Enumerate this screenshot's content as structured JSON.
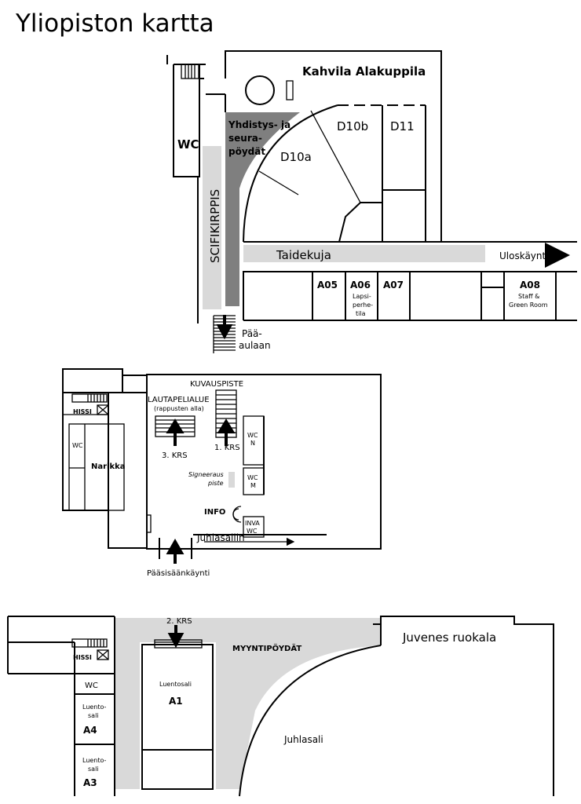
{
  "title": "Yliopiston kartta",
  "floor3": {
    "cafe": "Kahvila Alakuppila",
    "wc": "WC",
    "club_tables": [
      "Yhdistys- ja",
      "seura-",
      "pöydät"
    ],
    "rooms": {
      "d10a": "D10a",
      "d10b": "D10b",
      "d11": "D11"
    },
    "corridor_left": "SCIFIKIRPPIS",
    "corridor_main": "Taidekuja",
    "exit": "Uloskäynti",
    "lobby": [
      "Pää-",
      "aulaan"
    ],
    "a05": "A05",
    "a06": "A06",
    "a06_sub": [
      "Lapsi-",
      "perhe-",
      "tila"
    ],
    "a07": "A07",
    "a08": "A08",
    "a08_sub": [
      "Staff &",
      "Green Room"
    ]
  },
  "floor1": {
    "photo_point": "KUVAUSPISTE",
    "board_games": "LAUTAPELIALUE",
    "board_games_sub": "(rappusten alla)",
    "elevator": "HISSI",
    "wc_small": "WC",
    "cloakroom": "Narikka",
    "stairs_3": "3. KRS",
    "stairs_1": "1. KRS",
    "wc_n": [
      "WC",
      "N"
    ],
    "wc_m": [
      "WC",
      "M"
    ],
    "signing": [
      "Signeeraus",
      "piste"
    ],
    "info": "INFO",
    "inva_wc": [
      "INVA",
      "WC"
    ],
    "festival_hall_dir": "Juhlasaliin",
    "main_entrance": "Pääsisäänkäynti"
  },
  "floor2": {
    "stairs_2": "2. KRS",
    "sales_tables": "MYYNTIPÖYDÄT",
    "restaurant": "Juvenes ruokala",
    "elevator": "HISSI",
    "wc": "WC",
    "lecture_a1_label": "Luentosali",
    "lecture_a1": "A1",
    "lecture_a4_label": [
      "Luento-",
      "sali"
    ],
    "lecture_a4": "A4",
    "lecture_a3_label": [
      "Luento-",
      "sali"
    ],
    "lecture_a3": "A3",
    "festival_hall": "Juhlasali"
  }
}
